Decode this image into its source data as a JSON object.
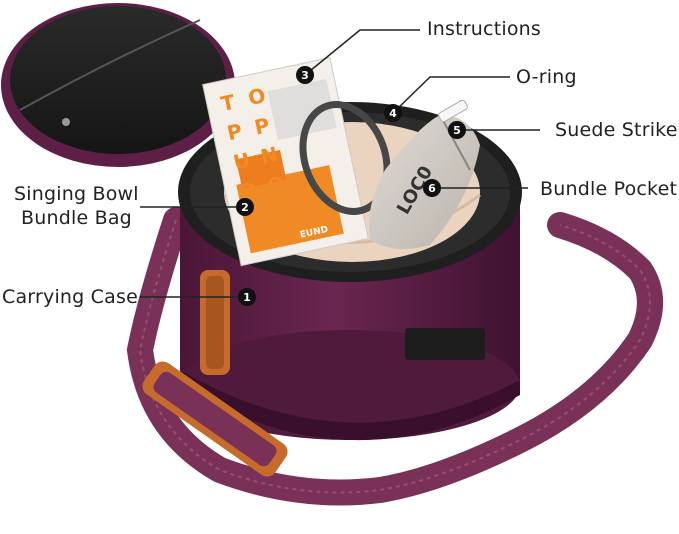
{
  "callouts": [
    {
      "number": "1",
      "label": "Carrying Case"
    },
    {
      "number": "2",
      "label_lines": [
        "Singing Bowl",
        "Bundle Bag"
      ]
    },
    {
      "number": "3",
      "label": "Instructions"
    },
    {
      "number": "4",
      "label": "O-ring"
    },
    {
      "number": "5",
      "label": "Suede Striker"
    },
    {
      "number": "6",
      "label": "Bundle Pocket"
    }
  ],
  "booklet": {
    "cover_letters": [
      "T",
      "O",
      "P",
      "P",
      "U",
      "N",
      "D",
      "O"
    ],
    "small_print": "EUND"
  },
  "pouch_logo": "LOC0",
  "colors": {
    "case_purple": "#5e1f47",
    "strap_purple": "#7a3157",
    "handle_orange": "#c66b2c",
    "inner_liner": "#ebd4bf",
    "lid_black": "#1f1f1f",
    "callout_marker": "#111111"
  }
}
